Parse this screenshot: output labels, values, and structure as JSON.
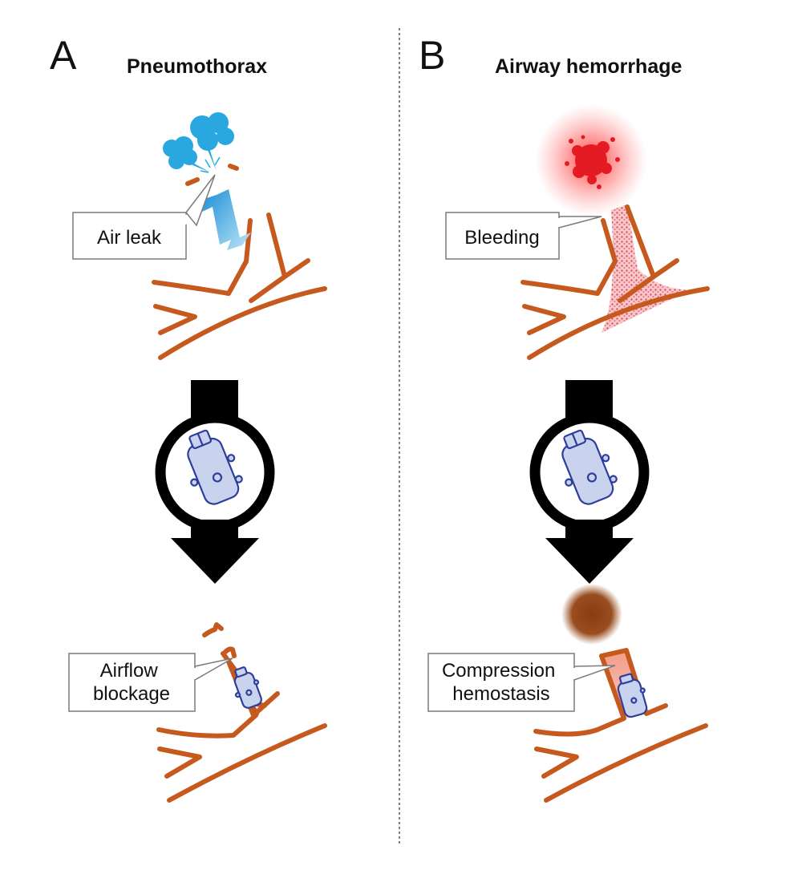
{
  "colors": {
    "airway": "#c65a1e",
    "air_leak": "#29a8e0",
    "blood": "#e51b24",
    "blood_glow": "#ff5a5a",
    "clot": "#8b3a10",
    "balloon_stroke": "#2d3e9b",
    "balloon_fill": "#c9d3ee",
    "arrow": "#000000"
  },
  "panels": [
    {
      "letter": "A",
      "title": "Pneumothorax",
      "callout_top": "Air leak",
      "callout_bottom": [
        "Airflow",
        "blockage"
      ],
      "top_icon": "air-leak-cloud-icon",
      "bottom_icon": "balloon-occluder-icon"
    },
    {
      "letter": "B",
      "title": "Airway hemorrhage",
      "callout_top": "Bleeding",
      "callout_bottom": [
        "Compression",
        "hemostasis"
      ],
      "top_icon": "blood-splatter-icon",
      "bottom_icon": "clot-icon"
    }
  ],
  "process_arrow_icon": "bronchial-balloon-device-icon"
}
